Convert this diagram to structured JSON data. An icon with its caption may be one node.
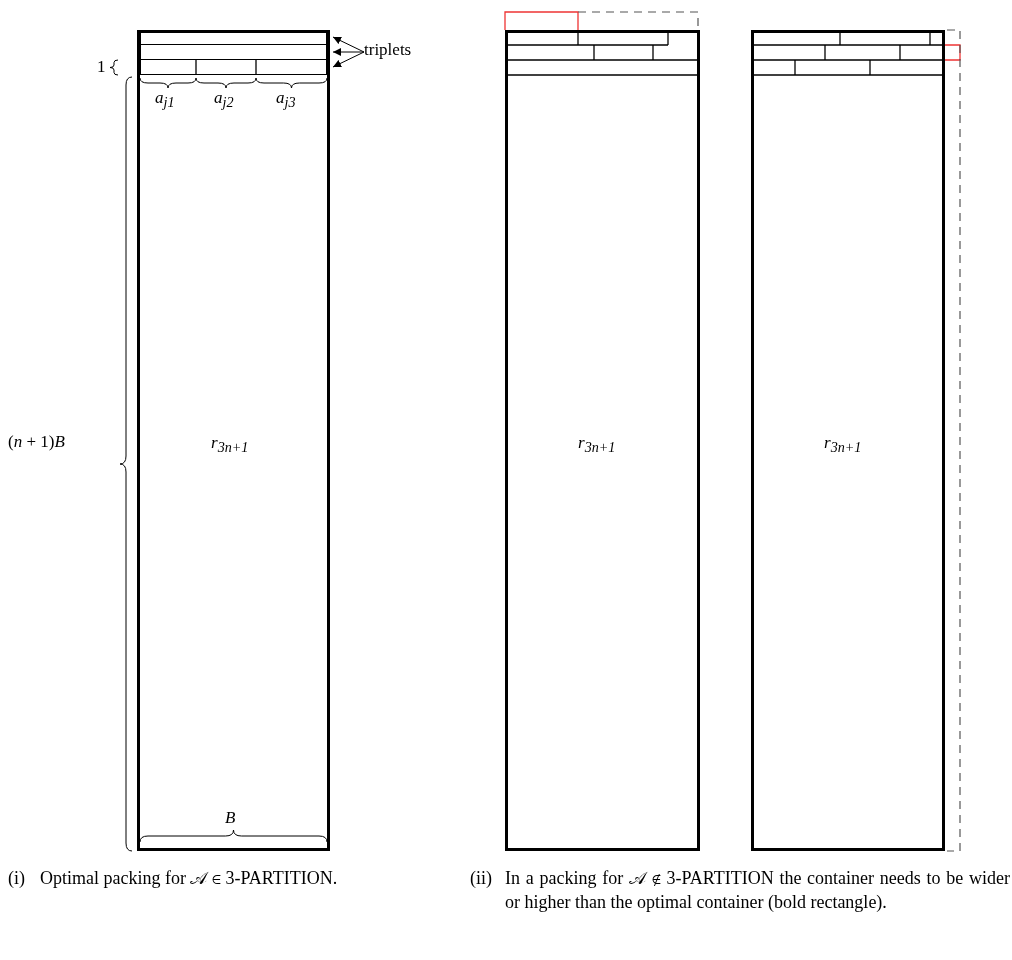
{
  "diagram": {
    "nodes": [
      {
        "text": [
          "r$_{3n+1}$"
        ]
      },
      {
        "text": [],
        "shape": "box",
        "in": 0
      },
      {
        "text": [],
        "shape": "box",
        "in": 0
      },
      {
        "text": [],
        "shape": "box",
        "in": 0
      },
      {
        "text": [
          "triplets"
        ]
      },
      {
        "text": [
          "r$_{3n+1}$"
        ]
      },
      {
        "text": [
          "r$_{3n+1}$"
        ]
      }
    ],
    "edges": [
      {
        "from": 4,
        "to": 1,
        "arrow": "to"
      },
      {
        "from": 4,
        "to": 2,
        "arrow": "to"
      },
      {
        "from": 4,
        "to": 3,
        "arrow": "to"
      }
    ],
    "labels": [
      "1",
      "a$_{j1}$",
      "a$_{j2}$",
      "a$_{j3}$",
      "(*n* + 1)*B*",
      "B",
      "(i)",
      "Optimal packing for 𝒜 ∈ 3-PARTITION.",
      "(ii)",
      "In a packing for 𝒜 ∉ 3-PARTITION the container needs to be wider or higher than the optimal container (bold rectangle)."
    ]
  }
}
